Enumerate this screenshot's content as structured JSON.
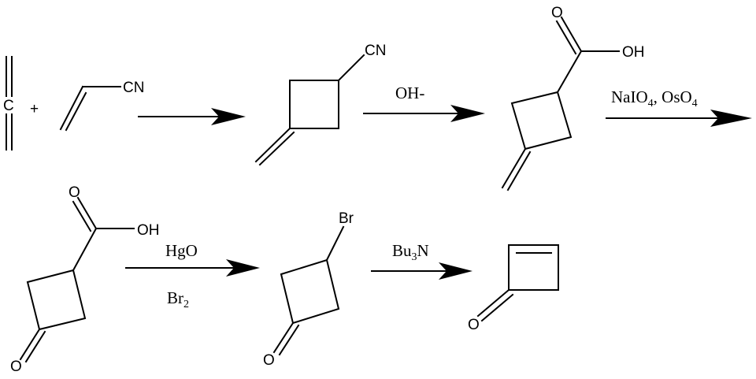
{
  "colors": {
    "ink": "#000000",
    "background": "#ffffff"
  },
  "scheme": {
    "reactants": {
      "allene_atom": "C",
      "plus": "+",
      "acrylonitrile_group": "CN"
    },
    "step1": {
      "reagent": ""
    },
    "product1": {
      "group": "CN"
    },
    "step2": {
      "reagent": "OH-"
    },
    "product2": {
      "carbonyl_o": "O",
      "hydroxyl": "OH"
    },
    "step3": {
      "reagent_a": "NaIO",
      "reagent_a_sub": "4",
      "reagent_b": ", OsO",
      "reagent_b_sub": "4"
    },
    "product3": {
      "carbonyl_o": "O",
      "hydroxyl": "OH",
      "ketone_o": "O"
    },
    "step4": {
      "reagent_top": "HgO",
      "reagent_bottom": "Br",
      "reagent_bottom_sub": "2"
    },
    "product4": {
      "halogen": "Br",
      "ketone_o": "O"
    },
    "step5": {
      "reagent": "Bu",
      "reagent_sub": "3",
      "reagent_end": "N"
    },
    "product5": {
      "ketone_o": "O"
    }
  }
}
